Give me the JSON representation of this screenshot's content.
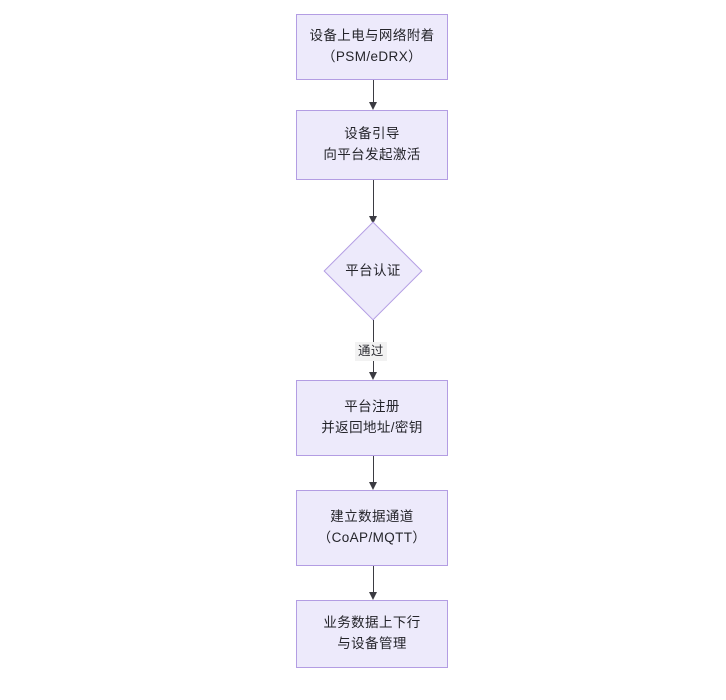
{
  "diagram": {
    "type": "flowchart",
    "direction": "top-to-bottom",
    "background_color": "#FFFFFF",
    "node_fill_color": "#EDEAFB",
    "node_border_color": "#B39DE3",
    "connector_color": "#3B3B42",
    "text_color": "#24242A",
    "edge_label_background": "#F2F2F2",
    "nodes": [
      {
        "id": "n1",
        "shape": "rectangle",
        "lines": [
          "设备上电与网络附着",
          "（PSM/eDRX）"
        ]
      },
      {
        "id": "n2",
        "shape": "rectangle",
        "lines": [
          "设备引导",
          "向平台发起激活"
        ]
      },
      {
        "id": "n3",
        "shape": "diamond",
        "lines": [
          "平台认证"
        ]
      },
      {
        "id": "n4",
        "shape": "rectangle",
        "lines": [
          "平台注册",
          "并返回地址/密钥"
        ]
      },
      {
        "id": "n5",
        "shape": "rectangle",
        "lines": [
          "建立数据通道",
          "（CoAP/MQTT）"
        ]
      },
      {
        "id": "n6",
        "shape": "rectangle",
        "lines": [
          "业务数据上下行",
          "与设备管理"
        ]
      }
    ],
    "edges": [
      {
        "from": "n1",
        "to": "n2",
        "label": ""
      },
      {
        "from": "n2",
        "to": "n3",
        "label": ""
      },
      {
        "from": "n3",
        "to": "n4",
        "label": "通过"
      },
      {
        "from": "n4",
        "to": "n5",
        "label": ""
      },
      {
        "from": "n5",
        "to": "n6",
        "label": ""
      }
    ]
  }
}
